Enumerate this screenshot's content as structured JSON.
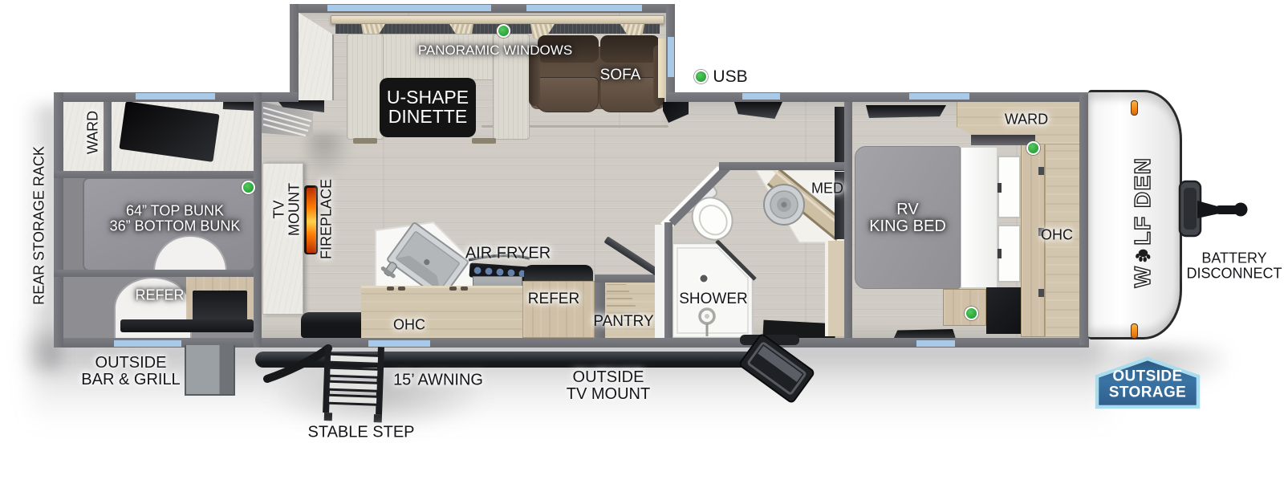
{
  "page": {
    "title": "Wolf Den travel trailer floorplan (top view)"
  },
  "labels": {
    "panoramic_windows": "PANORAMIC WINDOWS",
    "u_shape_dinette": "U-SHAPE\nDINETTE",
    "sofa": "SOFA",
    "usb": "USB",
    "ward_rear": "WARD",
    "bunk": "64” TOP BUNK\n36” BOTTOM BUNK",
    "refer_rear": "REFER",
    "rear_storage_rack": "REAR STORAGE RACK",
    "outside_bar_grill": "OUTSIDE\nBAR & GRILL",
    "tv_mount": "TV\nMOUNT",
    "fireplace": "FIREPLACE",
    "air_fryer": "AIR FRYER",
    "ohc_kitchen": "OHC",
    "refer_kitchen": "REFER",
    "pantry": "PANTRY",
    "shower": "SHOWER",
    "med": "MED",
    "rv_king_bed": "RV\nKING BED",
    "ward_bedroom": "WARD",
    "ohc_bedroom": "OHC",
    "awning": "15’ AWNING",
    "outside_tv_mount": "OUTSIDE\nTV MOUNT",
    "stable_step": "STABLE STEP",
    "battery_disconnect": "BATTERY\nDISCONNECT",
    "outside_storage": "OUTSIDE\nSTORAGE"
  },
  "brand": {
    "full": "WOLF DEN",
    "first_letter": "W",
    "rest": "LF DEN",
    "o_glyph": "paw-print"
  },
  "markers": {
    "green_dot_meaning": "feature locator dot",
    "positions": [
      "panoramic-windows",
      "usb",
      "bunk",
      "bedroom-ward",
      "bedroom-nightstand"
    ]
  },
  "colors": {
    "wall": "#6f7176",
    "floor": "#d0ccc5",
    "window": "#a9c9e9",
    "green_marker": "#2aa339",
    "badge_fill": "#34689a",
    "badge_border": "#a9dded",
    "flame": "#ff7a00",
    "sofa_brown": "#5d4c3f",
    "wood": "#cfc0a7"
  }
}
